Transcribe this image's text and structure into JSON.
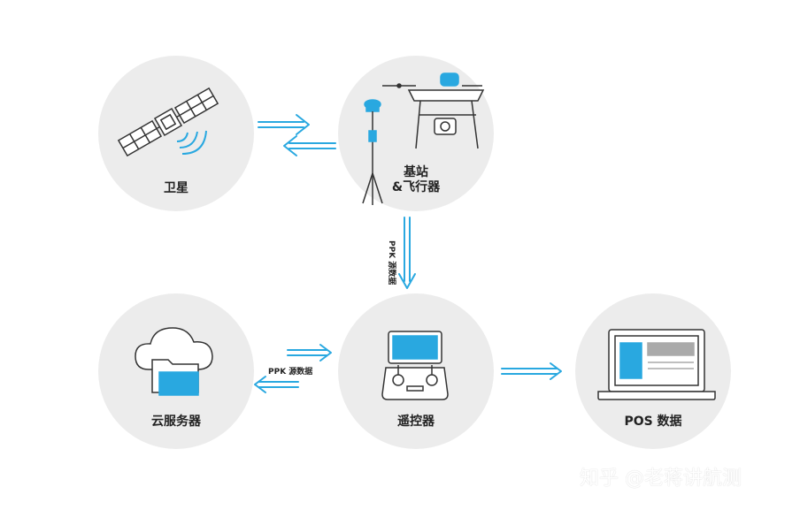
{
  "nodes": {
    "satellite": {
      "label": "卫星",
      "icon": "satellite-icon"
    },
    "base_drone": {
      "label_line1": "基站",
      "label_line2": "&飞行器",
      "icons": [
        "base-station-icon",
        "drone-icon"
      ]
    },
    "cloud": {
      "label": "云服务器",
      "icon": "cloud-folder-icon"
    },
    "controller": {
      "label": "遥控器",
      "icon": "remote-controller-icon"
    },
    "pos": {
      "label": "POS 数据",
      "icon": "laptop-icon"
    }
  },
  "edges": {
    "vertical_label": "PPK 源数据",
    "horizontal_label": "PPK 源数据"
  },
  "watermark": "知乎 @老蒋讲航测",
  "colors": {
    "accent": "#29a8e0",
    "node_bg": "#ececec",
    "icon_stroke": "#333333"
  }
}
